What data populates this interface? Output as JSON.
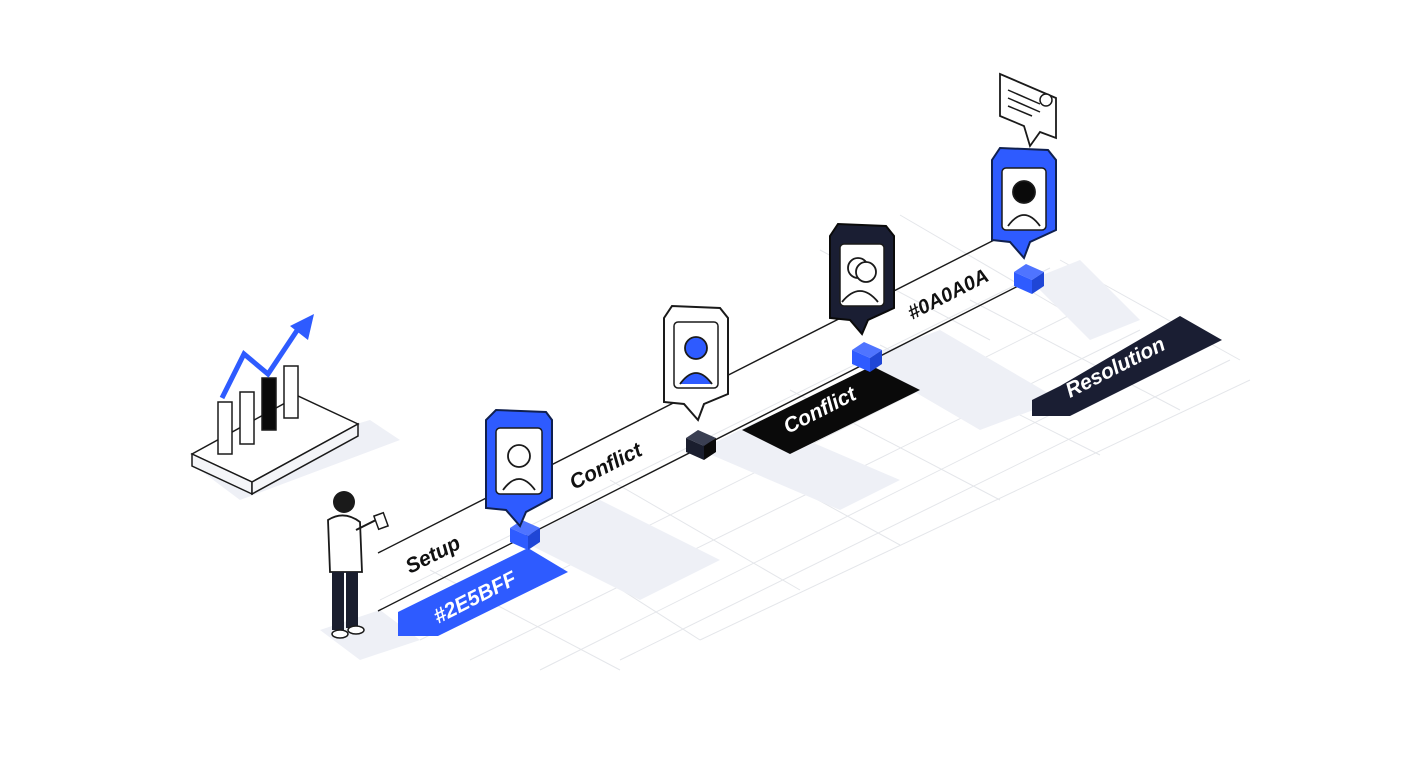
{
  "timeline": {
    "labels": {
      "setup": "Setup",
      "conflict_upper": "Conflict",
      "conflict_banner": "Conflict",
      "hex_dark": "#0A0A0A",
      "hex_blue": "#2E5BFF",
      "resolution": "Resolution"
    },
    "colors": {
      "accent_blue": "#2E5BFF",
      "dark": "#0A0A0A",
      "line": "#1a1a1a",
      "grid": "#e6e6e6",
      "shadow": "#eef0f6"
    },
    "icons": [
      "growth-chart-icon",
      "person-with-phone-icon",
      "avatar-pin-icon",
      "chat-bubble-icon"
    ]
  }
}
